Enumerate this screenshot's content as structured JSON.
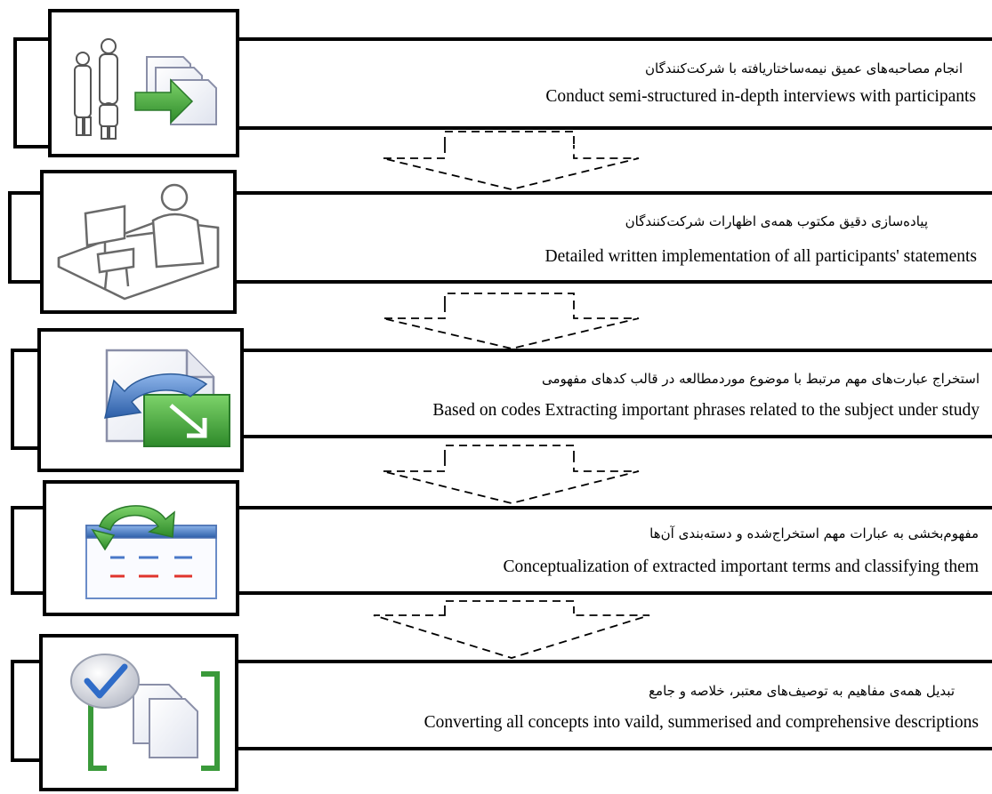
{
  "steps": [
    {
      "fa": "انجام مصاحبه‌های عمیق نیمه‌ساختاریافته با شرکت‌کنندگان",
      "en": "Conduct semi-structured in-depth interviews with participants",
      "icon": "interview-documents-icon"
    },
    {
      "fa": "پیاده‌سازی دقیق مکتوب همه‌ی اظهارات شرکت‌کنندگان",
      "en": "Detailed written implementation of all participants' statements",
      "icon": "transcribing-person-icon"
    },
    {
      "fa": "استخراج عبارت‌های مهم مرتبط با موضوع موردمطالعه در قالب کدهای مفهومی",
      "en": "Based on codes Extracting important phrases related to the subject under study",
      "icon": "extract-document-icon"
    },
    {
      "fa": "مفهوم‌بخشی به عبارات مهم استخراج‌شده و دسته‌بندی آن‌ها",
      "en": "Conceptualization of extracted important terms and classifying them",
      "icon": "refresh-list-icon"
    },
    {
      "fa": "تبدیل همه‌ی مفاهیم به توصیف‌های معتبر، خلاصه و جامع",
      "en": "Converting all concepts into vaild, summerised and comprehensive descriptions",
      "icon": "checked-documents-icon"
    }
  ],
  "colors": {
    "line": "#000000",
    "arrow_green": "#3a9a3a",
    "arrow_blue": "#3f78c0",
    "doc_fill": "#f4f5fa",
    "doc_stroke": "#8a8fa8",
    "figure_stroke": "#6a6a6a",
    "list_red": "#e0342c",
    "list_blue": "#4a78c8"
  }
}
